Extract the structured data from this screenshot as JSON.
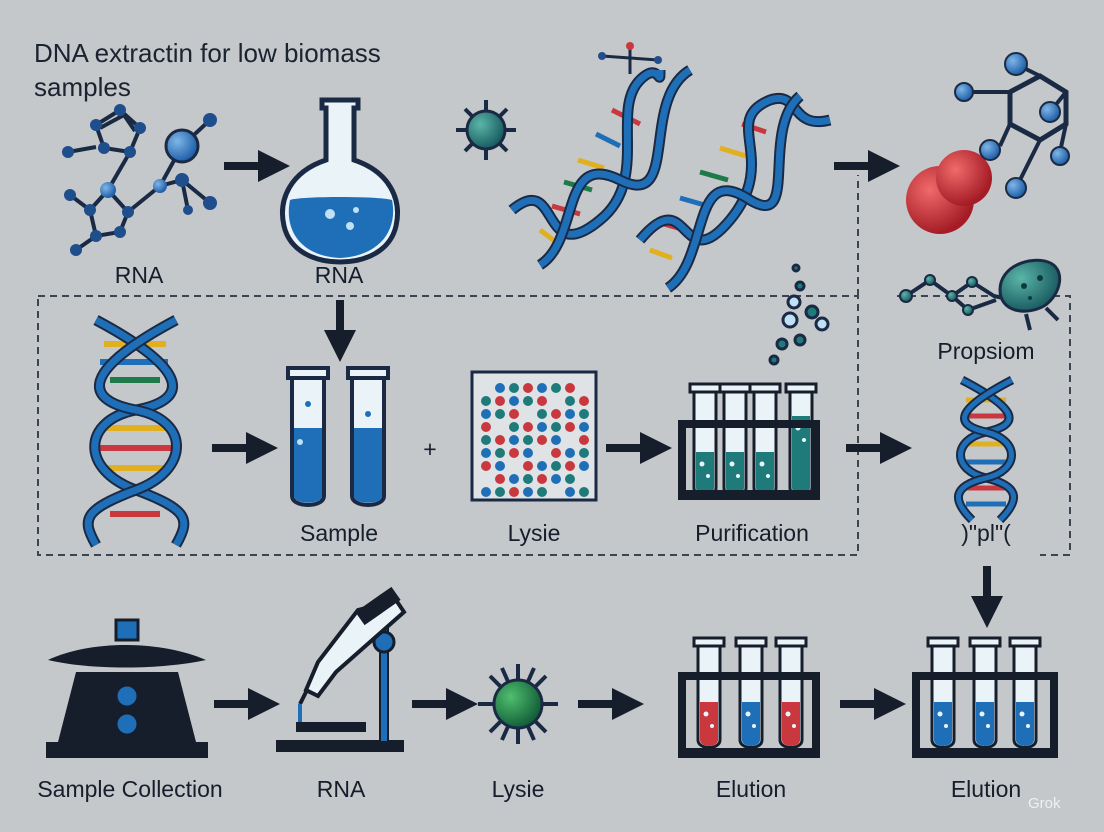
{
  "title": "DNA extractin for low biomass samples",
  "labels": {
    "top_molecule": "RNA",
    "top_flask": "RNA",
    "middle_tubes": "Sample",
    "middle_plus": "+",
    "middle_grid": "Lysie",
    "middle_rack": "Purification",
    "right_network": "Propsiom",
    "right_helix": ")\"pl\"(",
    "bottom_centrifuge": "Sample Collection",
    "bottom_microscope": "RNA",
    "bottom_virus": "Lysie",
    "bottom_rack_red": "Elution",
    "bottom_rack_blue": "Elution"
  },
  "watermark": "Grok",
  "colors": {
    "background": "#c4c8cb",
    "navy": "#161d2b",
    "blue": "#1f6fb8",
    "teal": "#1f7a7a",
    "green": "#1f7a4a",
    "red": "#c8383e",
    "yellow": "#e0b020"
  }
}
